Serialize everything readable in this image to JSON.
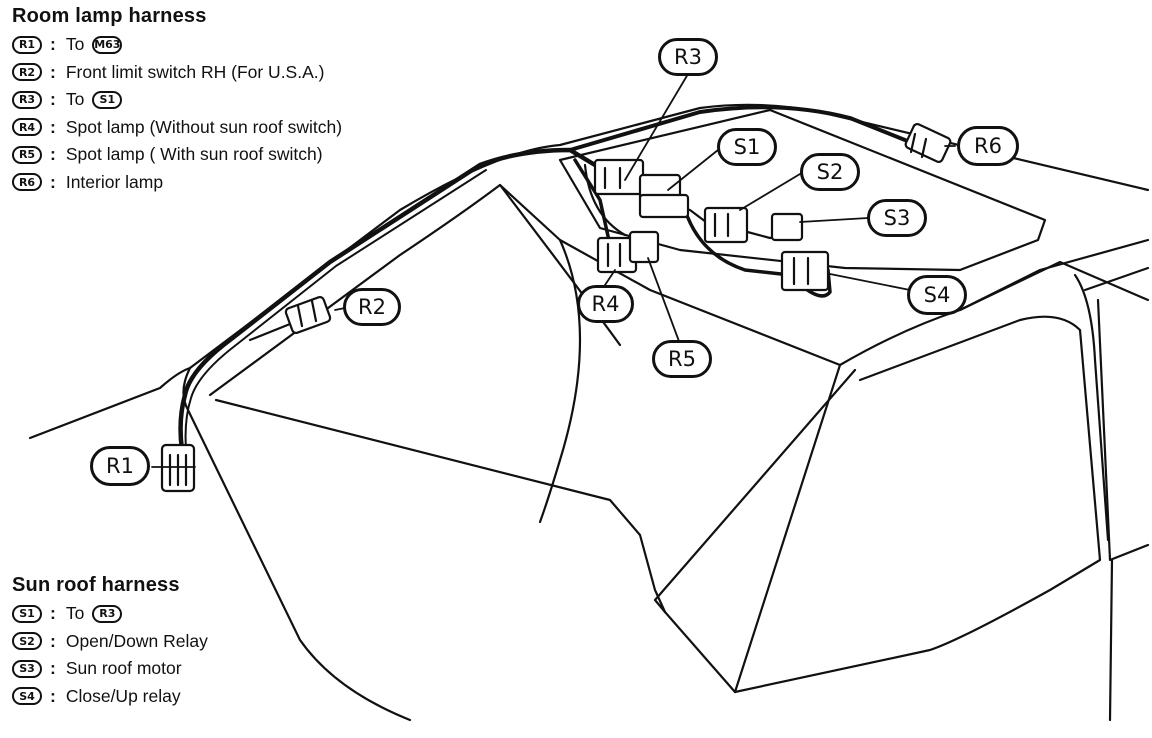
{
  "room_lamp": {
    "title": "Room lamp harness",
    "items": [
      {
        "code": "R1",
        "sep": ":",
        "text": "To",
        "ref": "M63"
      },
      {
        "code": "R2",
        "sep": ":",
        "text": "Front limit switch RH (For U.S.A.)",
        "ref": ""
      },
      {
        "code": "R3",
        "sep": ":",
        "text": "To",
        "ref": "S1"
      },
      {
        "code": "R4",
        "sep": ":",
        "text": "Spot lamp (Without sun roof switch)",
        "ref": ""
      },
      {
        "code": "R5",
        "sep": ":",
        "text": "Spot lamp ( With sun roof switch)",
        "ref": ""
      },
      {
        "code": "R6",
        "sep": ":",
        "text": "Interior lamp",
        "ref": ""
      }
    ]
  },
  "sun_roof": {
    "title": "Sun roof harness",
    "items": [
      {
        "code": "S1",
        "sep": ":",
        "text": "To",
        "ref": "R3"
      },
      {
        "code": "S2",
        "sep": ":",
        "text": "Open/Down Relay",
        "ref": ""
      },
      {
        "code": "S3",
        "sep": ":",
        "text": "Sun roof motor",
        "ref": ""
      },
      {
        "code": "S4",
        "sep": ":",
        "text": "Close/Up relay",
        "ref": ""
      }
    ]
  },
  "callouts": {
    "r1": "R1",
    "r2": "R2",
    "r3": "R3",
    "r4": "R4",
    "r5": "R5",
    "r6": "R6",
    "s1": "S1",
    "s2": "S2",
    "s3": "S3",
    "s4": "S4"
  }
}
